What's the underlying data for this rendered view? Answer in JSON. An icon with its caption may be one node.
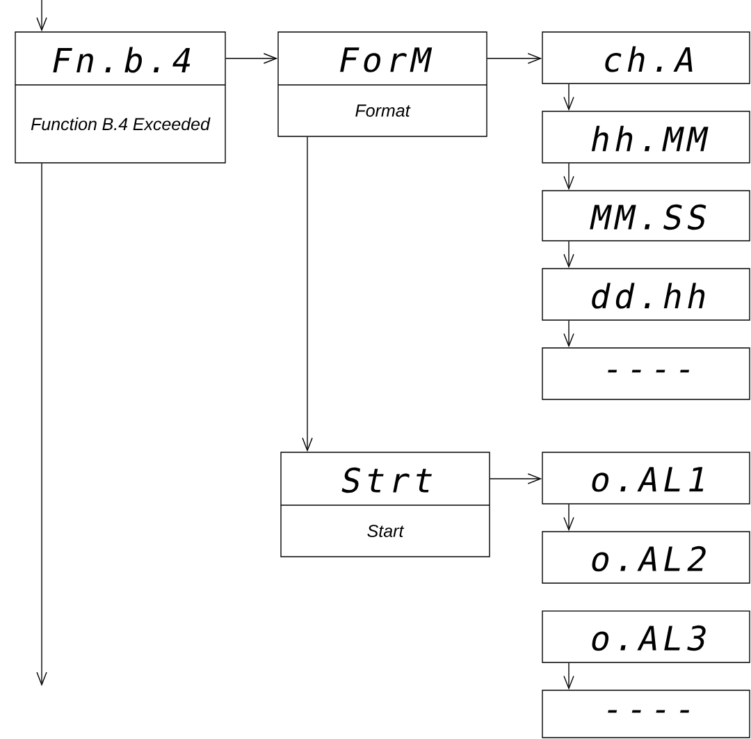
{
  "diagram": {
    "nodes": [
      {
        "text": [
          "Fn.b.4",
          "Function B.4 Exceeded"
        ]
      },
      {
        "text": [
          "ForM",
          "Format"
        ]
      },
      {
        "text": [
          "ch.A"
        ]
      },
      {
        "text": [
          "hh.MM"
        ]
      },
      {
        "text": [
          "MM.SS"
        ]
      },
      {
        "text": [
          "dd.hh"
        ]
      },
      {
        "text": [
          "----"
        ]
      },
      {
        "text": [
          "Strt",
          "Start"
        ]
      },
      {
        "text": [
          "o.AL1"
        ]
      },
      {
        "text": [
          "o.AL2"
        ]
      },
      {
        "text": [
          "o.AL3"
        ]
      },
      {
        "text": [
          "----"
        ]
      }
    ],
    "edges": [
      {
        "from": null,
        "to": 0,
        "arrow": "to"
      },
      {
        "from": 0,
        "to": 1,
        "arrow": "to"
      },
      {
        "from": 1,
        "to": 2,
        "arrow": "to"
      },
      {
        "from": 2,
        "to": 3,
        "arrow": "to"
      },
      {
        "from": 3,
        "to": 4,
        "arrow": "to"
      },
      {
        "from": 4,
        "to": 5,
        "arrow": "to"
      },
      {
        "from": 5,
        "to": 6,
        "arrow": "to"
      },
      {
        "from": 1,
        "to": 7,
        "arrow": "to"
      },
      {
        "from": 7,
        "to": 8,
        "arrow": "to"
      },
      {
        "from": 8,
        "to": 9,
        "arrow": "to"
      },
      {
        "from": 10,
        "to": 11,
        "arrow": "to"
      },
      {
        "from": 0,
        "to": null,
        "arrow": "to"
      }
    ]
  }
}
